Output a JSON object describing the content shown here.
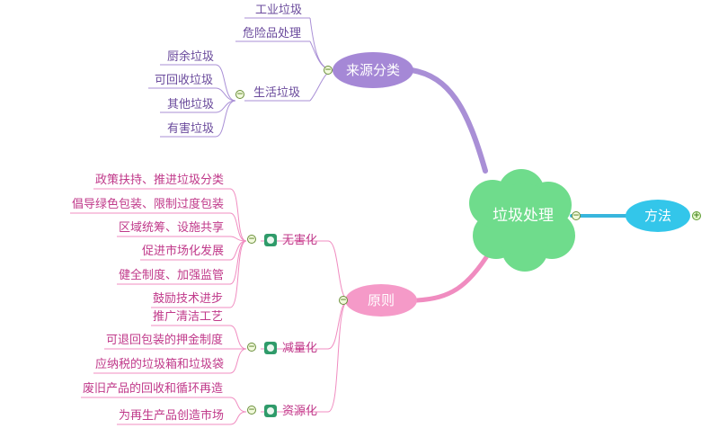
{
  "root": {
    "label": "垃圾处理"
  },
  "branches": {
    "source": {
      "label": "来源分类",
      "children": [
        {
          "label": "工业垃圾"
        },
        {
          "label": "危险品处理"
        },
        {
          "label": "生活垃圾",
          "children": [
            "厨余垃圾",
            "可回收垃圾",
            "其他垃圾",
            "有害垃圾"
          ]
        }
      ]
    },
    "principle": {
      "label": "原则",
      "groups": [
        {
          "label": "无害化",
          "icon": "globe-icon",
          "items": [
            "政策扶持、推进垃圾分类",
            "倡导绿色包装、限制过度包装",
            "区域统筹、设施共享",
            "促进市场化发展",
            "健全制度、加强监管",
            "鼓励技术进步"
          ]
        },
        {
          "label": "减量化",
          "icon": "globe-icon",
          "items": [
            "推广清洁工艺",
            "可退回包装的押金制度",
            "应纳税的垃圾箱和垃圾袋"
          ]
        },
        {
          "label": "资源化",
          "icon": "globe-icon",
          "items": [
            "废旧产品的回收和循环再造",
            "为再生产品创造市场"
          ]
        }
      ]
    },
    "method": {
      "label": "方法",
      "collapsed": true
    }
  },
  "colors": {
    "root_fill": "#6fdc8c",
    "source_fill": "#a588d6",
    "source_line": "#a98fd6",
    "principle_fill": "#f59ac8",
    "principle_line": "#f08cc0",
    "method_fill": "#33c6ea",
    "method_line": "#38b6dd"
  }
}
